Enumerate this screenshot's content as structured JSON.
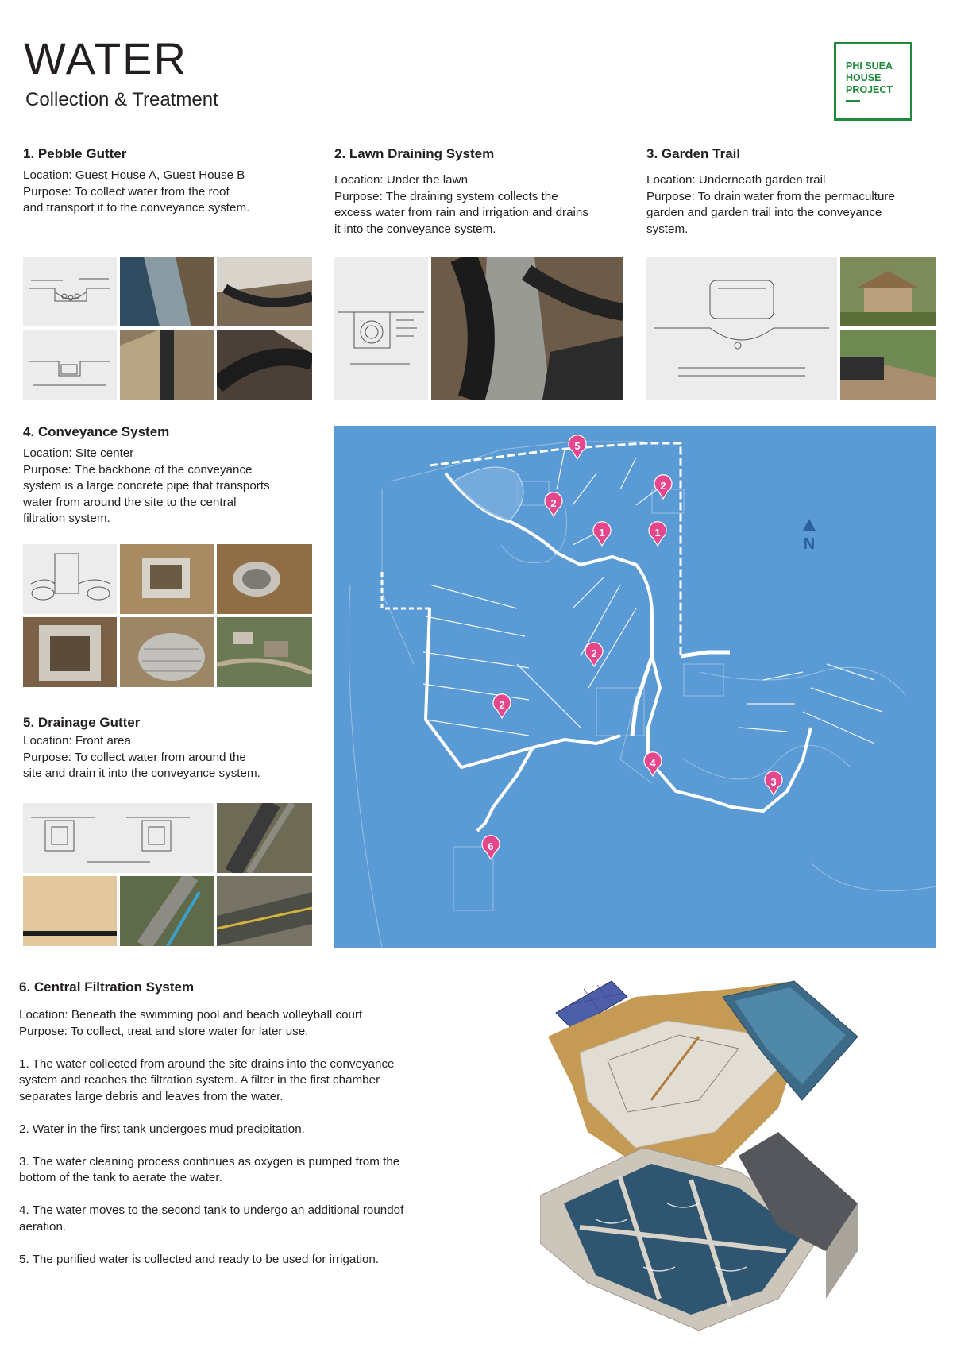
{
  "header": {
    "title": "WATER",
    "subtitle": "Collection & Treatment"
  },
  "logo": {
    "text": "PHI SUEA\nHOUSE\nPROJECT",
    "color": "#1f8a3b"
  },
  "sections": [
    {
      "heading": "1. Pebble Gutter",
      "body": "Location: Guest House A, Guest House B\nPurpose: To collect water from the roof\nand transport it to the conveyance system."
    },
    {
      "heading": "2. Lawn Draining System",
      "body": "Location: Under the lawn\nPurpose: The draining system collects the\nexcess water from rain and irrigation and drains\nit into the conveyance system."
    },
    {
      "heading": "3. Garden Trail",
      "body": "Location: Underneath garden trail\nPurpose: To drain water from the permaculture\ngarden and garden trail into the conveyance\nsystem."
    },
    {
      "heading": "4. Conveyance System",
      "body": "Location: SIte center\nPurpose: The backbone of the conveyance\nsystem is a large concrete pipe that transports\nwater from around the site to the central\nfiltration system."
    },
    {
      "heading": "5. Drainage Gutter",
      "body": "Location: Front area\nPurpose: To collect water from around the\nsite and drain it into the conveyance system."
    }
  ],
  "map": {
    "background": "#5b9bd5",
    "pin_color": "#e6468c",
    "north_label": "N",
    "pins": [
      "5",
      "2",
      "2",
      "1",
      "1",
      "2",
      "2",
      "4",
      "3",
      "6"
    ]
  },
  "filtration": {
    "heading": "6. Central Filtration System",
    "body": "Location: Beneath the swimming pool and beach volleyball court\nPurpose: To collect, treat and store water for later use.\n\n1. The water collected from around the site drains into the conveyance\nsystem and reaches the filtration system. A filter in the first chamber\nseparates large debris and leaves from the water.\n\n2. Water in the first tank undergoes mud precipitation.\n\n3. The water cleaning process continues as oxygen is pumped from the\nbottom of the tank to aerate  the water.\n\n4. The water moves to the second tank to undergo an additional  roundof\naeration.\n\n5. The purified water is collected and ready to be used for irrigation."
  }
}
